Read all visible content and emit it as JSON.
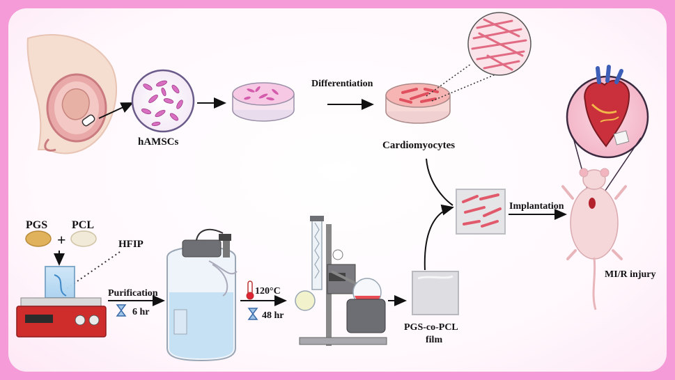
{
  "labels": {
    "hamscs": "hAMSCs",
    "differentiation": "Differentiation",
    "cardiomyocytes": "Cardiomyocytes",
    "implantation": "Implantation",
    "mi_r_injury": "MI/R injury",
    "pgs": "PGS",
    "pcl": "PCL",
    "plus": "+",
    "hfip": "HFIP",
    "purification": "Purification",
    "time_1": "6 hr",
    "temperature": "120°C",
    "time_2": "48 hr",
    "film_line1": "PGS-co-PCL",
    "film_line2": "film"
  },
  "colors": {
    "frame": "#f59bd8",
    "cell_pink": "#e24a8a",
    "cardio_red": "#e0505e",
    "arrow": "#111111"
  },
  "icons": [
    "pregnant-uterus-icon",
    "petri-dish-icon",
    "cardiomyocyte-sample-icon",
    "heart-icon",
    "mouse-icon",
    "beaker-stirrer-icon",
    "purifier-flask-icon",
    "rotary-evaporator-icon",
    "hourglass-icon",
    "thermometer-icon",
    "film-sheet-icon",
    "cell-patch-icon"
  ]
}
